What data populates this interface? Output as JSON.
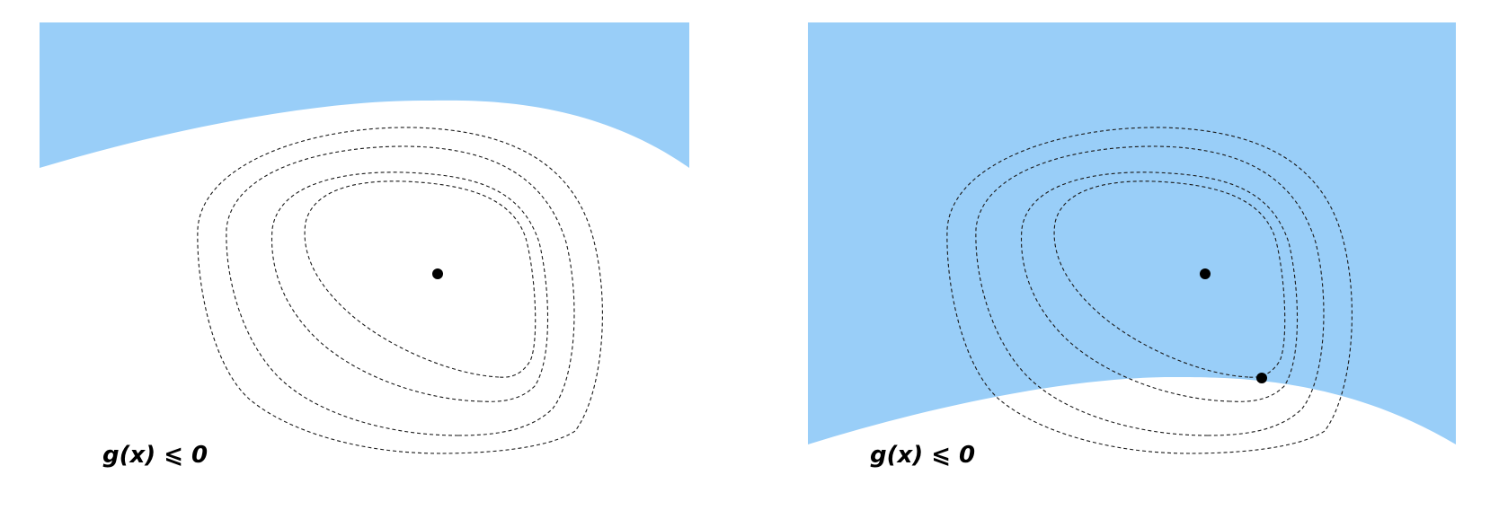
{
  "colors": {
    "region_fill": "#99CEF8",
    "contour_stroke": "#1a1a1a",
    "point_fill": "#000000"
  },
  "panels": [
    {
      "constraint_label": "g(x) ⩽ 0",
      "region": "above-curve",
      "contour_levels": 4,
      "points": [
        "unconstrained-optimum"
      ]
    },
    {
      "constraint_label": "g(x) ⩽ 0",
      "region": "above-curve",
      "contour_levels": 4,
      "points": [
        "unconstrained-optimum",
        "constrained-optimum"
      ]
    }
  ]
}
